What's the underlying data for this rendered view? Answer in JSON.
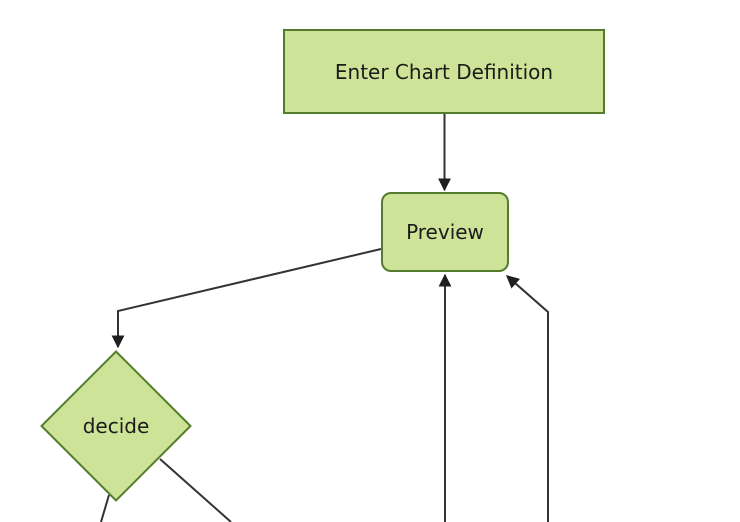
{
  "diagram": {
    "type": "flowchart",
    "direction": "top-down",
    "nodes": [
      {
        "id": "A",
        "label": "Enter Chart Definition",
        "shape": "rectangle"
      },
      {
        "id": "B",
        "label": "Preview",
        "shape": "rounded-rectangle"
      },
      {
        "id": "C",
        "label": "decide",
        "shape": "diamond"
      }
    ],
    "edges": [
      {
        "from": "Enter Chart Definition",
        "to": "Preview",
        "arrowhead": true
      },
      {
        "from": "Preview",
        "to": "decide",
        "arrowhead": true
      },
      {
        "from": "decide",
        "to": "offscreen-bottom-left",
        "arrowhead": false
      },
      {
        "from": "decide",
        "to": "offscreen-bottom-right",
        "arrowhead": false
      },
      {
        "from": "offscreen-bottom",
        "to": "Preview",
        "arrowhead": true
      },
      {
        "from": "offscreen-bottom-right",
        "to": "Preview",
        "arrowhead": true
      }
    ],
    "colors": {
      "node_fill": "#cde498",
      "node_border": "#537d2c",
      "edge_stroke": "#333333",
      "arrowhead_fill": "#1f1f1f",
      "label_text": "#1b1b1b",
      "background": "#ffffff"
    }
  }
}
